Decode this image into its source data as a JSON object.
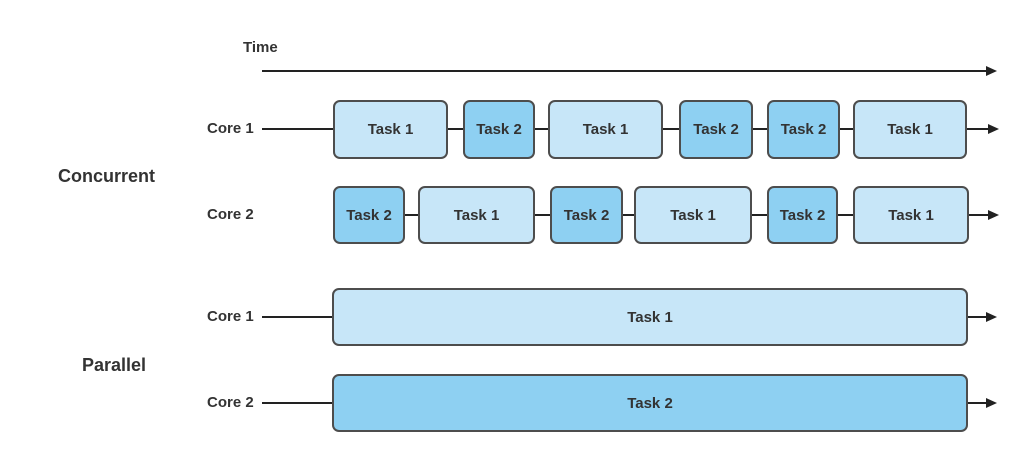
{
  "time_axis": {
    "label": "Time"
  },
  "sections": [
    {
      "label": "Concurrent",
      "rows": [
        {
          "label": "Core 1",
          "tasks": [
            {
              "label": "Task 1",
              "variant": "task1"
            },
            {
              "label": "Task 2",
              "variant": "task2"
            },
            {
              "label": "Task 1",
              "variant": "task1"
            },
            {
              "label": "Task 2",
              "variant": "task2"
            },
            {
              "label": "Task 2",
              "variant": "task2"
            },
            {
              "label": "Task 1",
              "variant": "task1"
            }
          ]
        },
        {
          "label": "Core 2",
          "tasks": [
            {
              "label": "Task 2",
              "variant": "task2"
            },
            {
              "label": "Task 1",
              "variant": "task1"
            },
            {
              "label": "Task 2",
              "variant": "task2"
            },
            {
              "label": "Task 1",
              "variant": "task1"
            },
            {
              "label": "Task 2",
              "variant": "task2"
            },
            {
              "label": "Task 1",
              "variant": "task1"
            }
          ]
        }
      ]
    },
    {
      "label": "Parallel",
      "rows": [
        {
          "label": "Core 1",
          "tasks": [
            {
              "label": "Task 1",
              "variant": "task1"
            }
          ]
        },
        {
          "label": "Core 2",
          "tasks": [
            {
              "label": "Task 2",
              "variant": "task2"
            }
          ]
        }
      ]
    }
  ],
  "colors": {
    "task1_fill": "#c7e6f8",
    "task2_fill": "#8ed0f2",
    "box_border": "#4d4d4d",
    "text_color": "#333333",
    "line_color": "#222222",
    "background": "#ffffff"
  }
}
